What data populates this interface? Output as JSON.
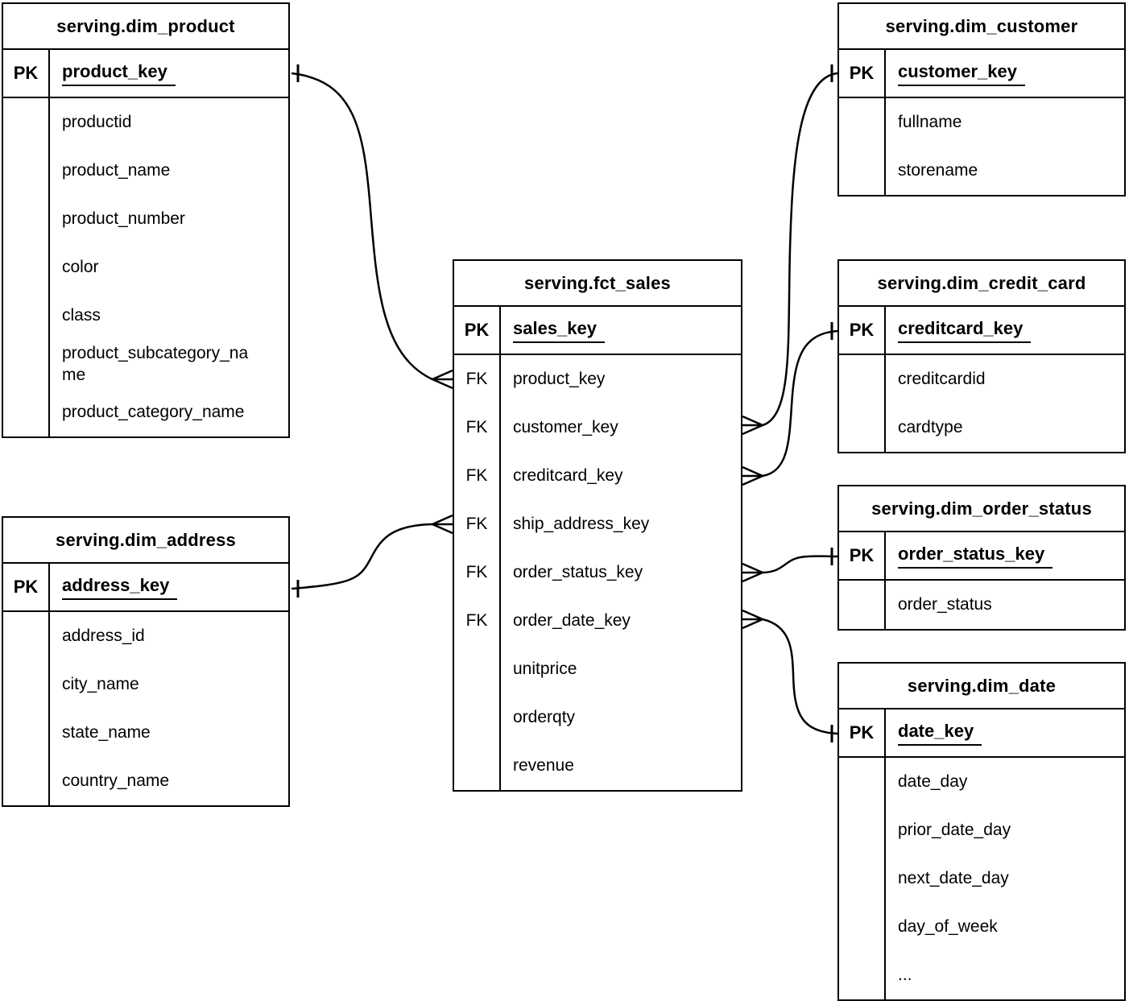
{
  "tables": {
    "dim_product": {
      "title": "serving.dim_product",
      "pk": {
        "badge": "PK",
        "name": "product_key"
      },
      "fields": [
        {
          "badge": "",
          "name": "productid"
        },
        {
          "badge": "",
          "name": "product_name"
        },
        {
          "badge": "",
          "name": "product_number"
        },
        {
          "badge": "",
          "name": "color"
        },
        {
          "badge": "",
          "name": "class"
        },
        {
          "badge": "",
          "name": "product_subcategory_name"
        },
        {
          "badge": "",
          "name": "product_category_name"
        }
      ]
    },
    "dim_address": {
      "title": "serving.dim_address",
      "pk": {
        "badge": "PK",
        "name": "address_key"
      },
      "fields": [
        {
          "badge": "",
          "name": "address_id"
        },
        {
          "badge": "",
          "name": "city_name"
        },
        {
          "badge": "",
          "name": "state_name"
        },
        {
          "badge": "",
          "name": "country_name"
        }
      ]
    },
    "fct_sales": {
      "title": "serving.fct_sales",
      "pk": {
        "badge": "PK",
        "name": "sales_key"
      },
      "fields": [
        {
          "badge": "FK",
          "name": "product_key"
        },
        {
          "badge": "FK",
          "name": "customer_key"
        },
        {
          "badge": "FK",
          "name": "creditcard_key"
        },
        {
          "badge": "FK",
          "name": "ship_address_key"
        },
        {
          "badge": "FK",
          "name": "order_status_key"
        },
        {
          "badge": "FK",
          "name": "order_date_key"
        },
        {
          "badge": "",
          "name": "unitprice"
        },
        {
          "badge": "",
          "name": "orderqty"
        },
        {
          "badge": "",
          "name": "revenue"
        }
      ]
    },
    "dim_customer": {
      "title": "serving.dim_customer",
      "pk": {
        "badge": "PK",
        "name": "customer_key"
      },
      "fields": [
        {
          "badge": "",
          "name": "fullname"
        },
        {
          "badge": "",
          "name": "storename"
        }
      ]
    },
    "dim_credit_card": {
      "title": "serving.dim_credit_card",
      "pk": {
        "badge": "PK",
        "name": "creditcard_key"
      },
      "fields": [
        {
          "badge": "",
          "name": "creditcardid"
        },
        {
          "badge": "",
          "name": "cardtype"
        }
      ]
    },
    "dim_order_status": {
      "title": "serving.dim_order_status",
      "pk": {
        "badge": "PK",
        "name": "order_status_key"
      },
      "fields": [
        {
          "badge": "",
          "name": "order_status"
        }
      ]
    },
    "dim_date": {
      "title": "serving.dim_date",
      "pk": {
        "badge": "PK",
        "name": "date_key"
      },
      "fields": [
        {
          "badge": "",
          "name": "date_day"
        },
        {
          "badge": "",
          "name": "prior_date_day"
        },
        {
          "badge": "",
          "name": "next_date_day"
        },
        {
          "badge": "",
          "name": "day_of_week"
        },
        {
          "badge": "",
          "name": "..."
        }
      ]
    }
  },
  "relationships": [
    {
      "one_table": "serving.dim_product",
      "one_field": "product_key",
      "many_table": "serving.fct_sales",
      "many_field": "product_key",
      "one_cardinality": "one",
      "many_cardinality": "many"
    },
    {
      "one_table": "serving.dim_address",
      "one_field": "address_key",
      "many_table": "serving.fct_sales",
      "many_field": "ship_address_key",
      "one_cardinality": "one",
      "many_cardinality": "many"
    },
    {
      "one_table": "serving.dim_customer",
      "one_field": "customer_key",
      "many_table": "serving.fct_sales",
      "many_field": "customer_key",
      "one_cardinality": "one",
      "many_cardinality": "many"
    },
    {
      "one_table": "serving.dim_credit_card",
      "one_field": "creditcard_key",
      "many_table": "serving.fct_sales",
      "many_field": "creditcard_key",
      "one_cardinality": "one",
      "many_cardinality": "many"
    },
    {
      "one_table": "serving.dim_order_status",
      "one_field": "order_status_key",
      "many_table": "serving.fct_sales",
      "many_field": "order_status_key",
      "one_cardinality": "one",
      "many_cardinality": "many"
    },
    {
      "one_table": "serving.dim_date",
      "one_field": "date_key",
      "many_table": "serving.fct_sales",
      "many_field": "order_date_key",
      "one_cardinality": "one",
      "many_cardinality": "many"
    }
  ],
  "colors": {
    "line": "#000000",
    "background": "#ffffff",
    "text": "#000000"
  }
}
